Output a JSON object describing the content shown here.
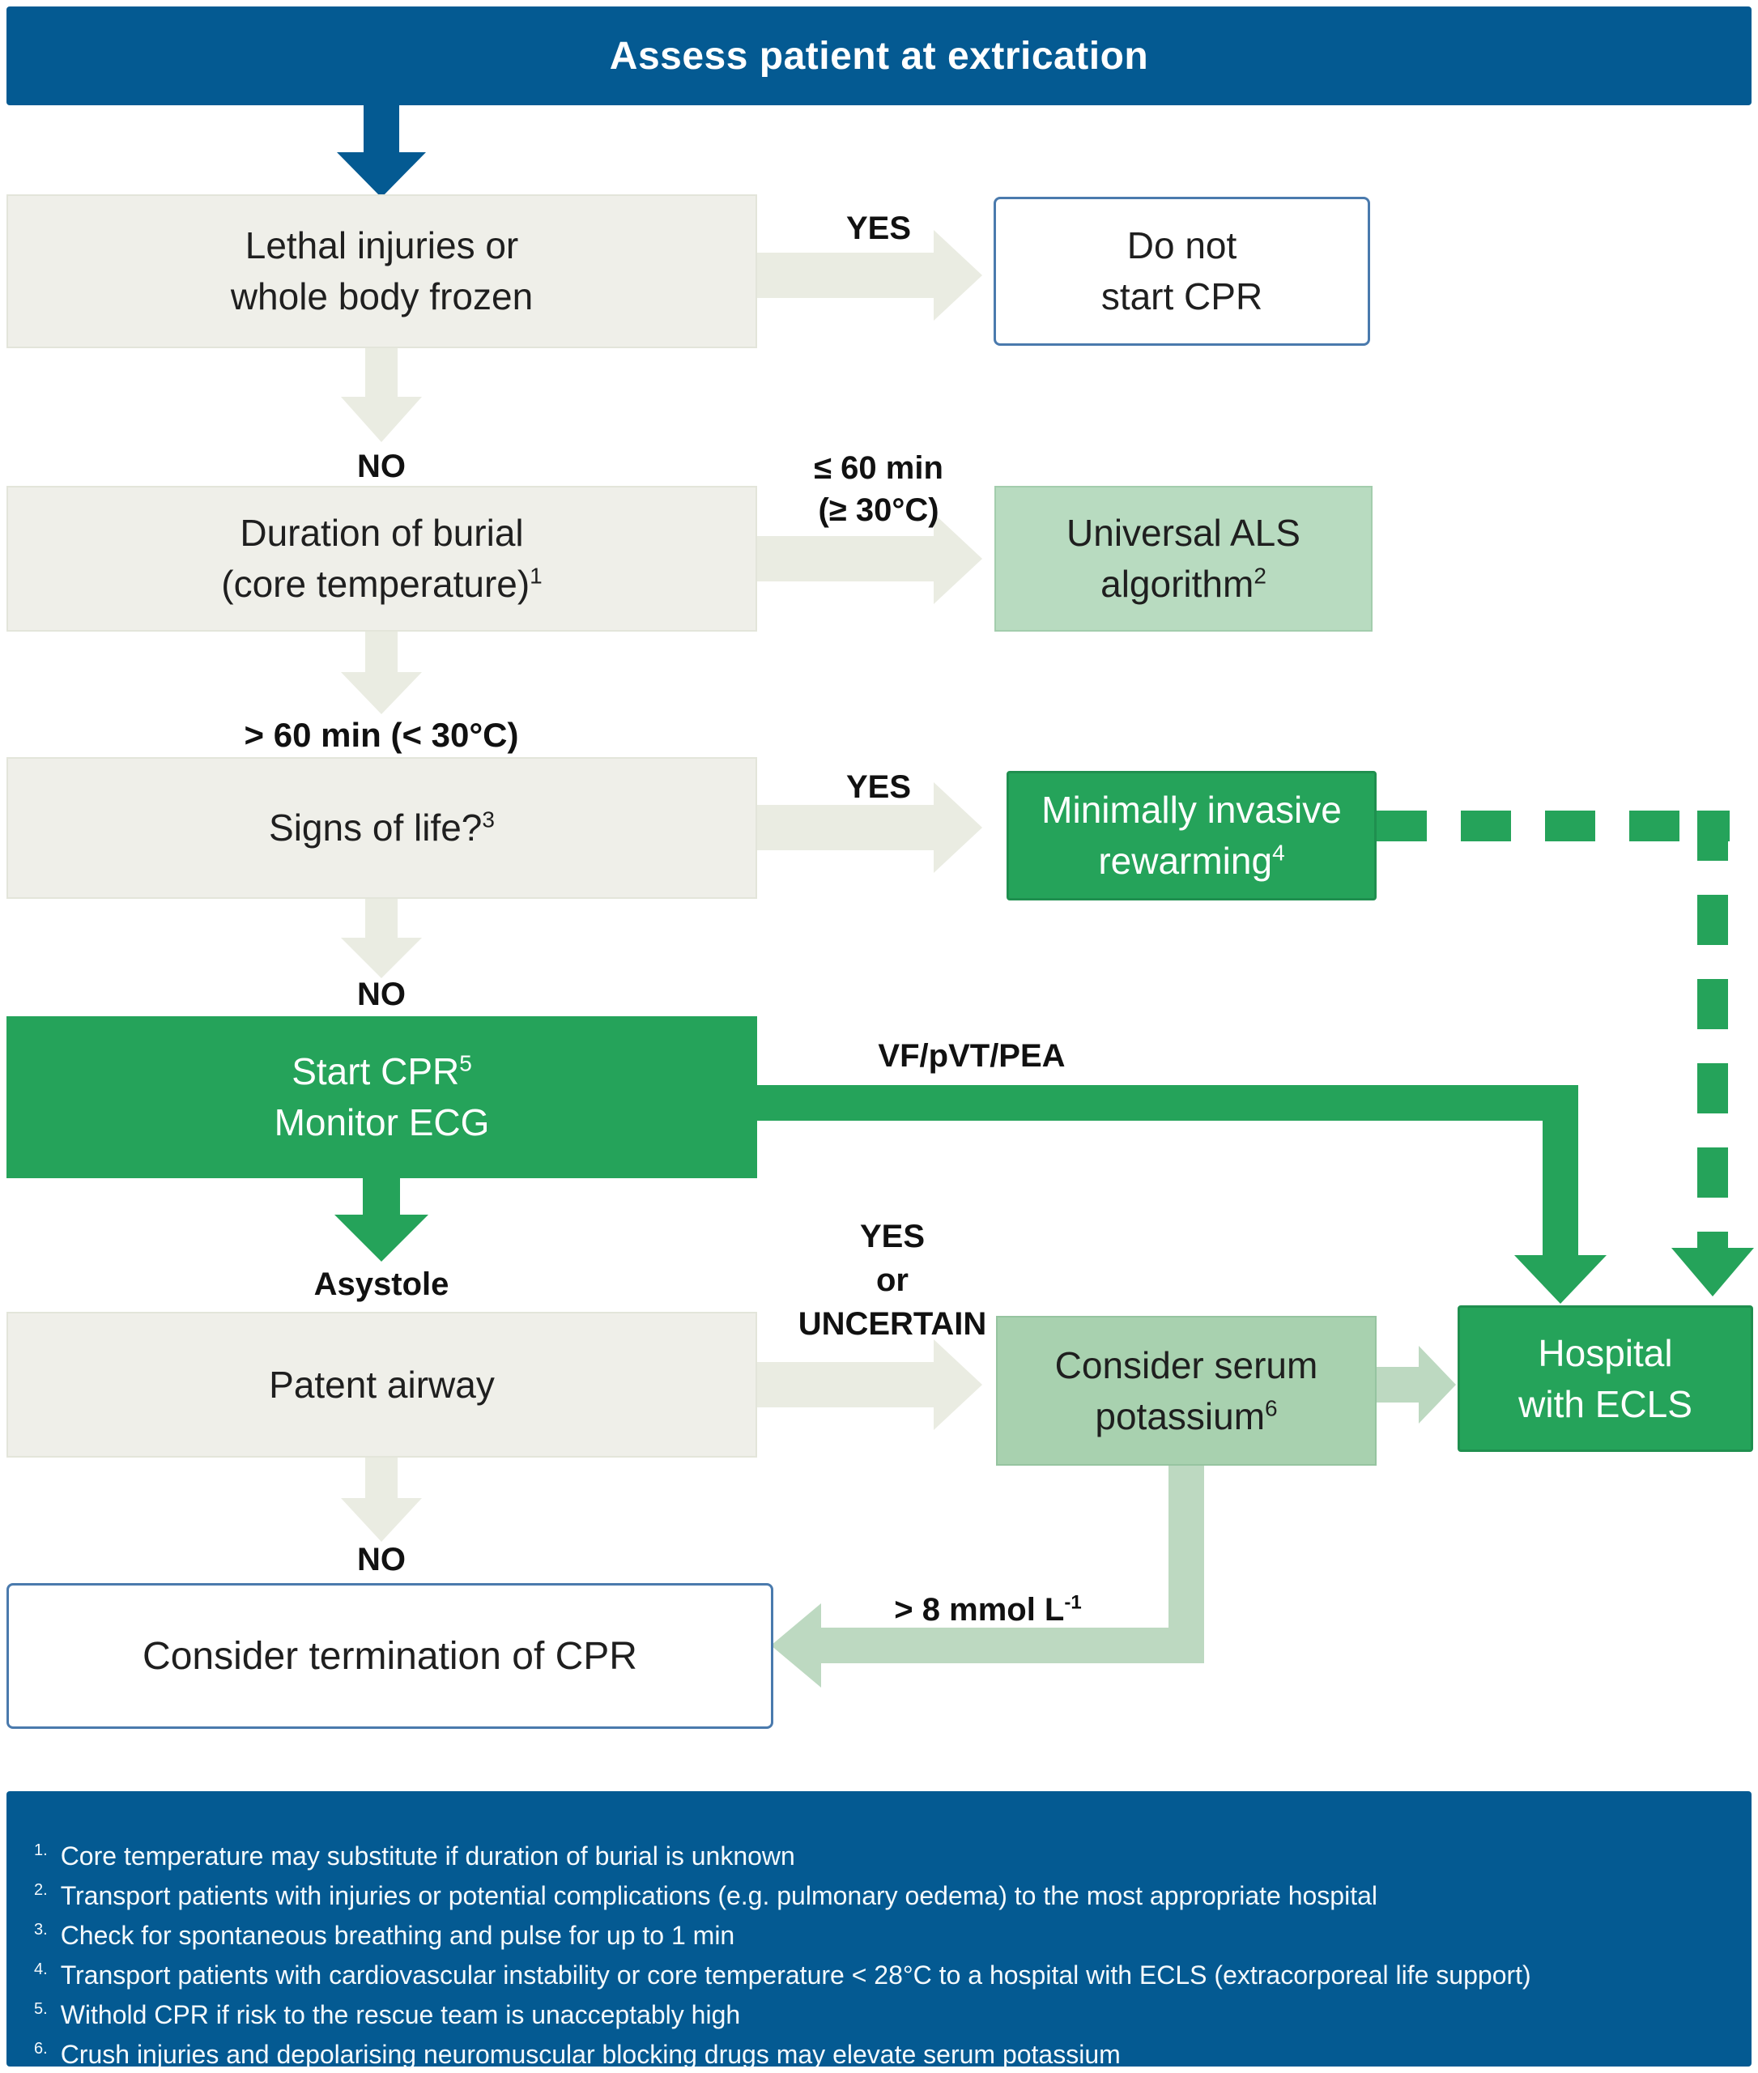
{
  "header": {
    "title": "Assess patient at extrication"
  },
  "boxes": {
    "lethal": {
      "line1": "Lethal injuries or",
      "line2": "whole body frozen"
    },
    "do_not_start_cpr": {
      "line1": "Do not",
      "line2": "start CPR"
    },
    "duration_of_burial": {
      "line1": "Duration of burial",
      "line2": "(core temperature)",
      "line2_sup": "1"
    },
    "universal_als": {
      "line1": "Universal ALS",
      "line2": "algorithm",
      "line2_sup": "2"
    },
    "signs_of_life": {
      "line1": "Signs of life?",
      "line1_sup": "3"
    },
    "minimally_invasive": {
      "line1": "Minimally invasive",
      "line2": "rewarming",
      "line2_sup": "4"
    },
    "start_cpr": {
      "line1": "Start CPR",
      "line1_sup": "5",
      "line2": "Monitor ECG"
    },
    "patent_airway": {
      "line1": "Patent airway"
    },
    "serum_potassium": {
      "line1": "Consider serum",
      "line2": "potassium",
      "line2_sup": "6"
    },
    "hospital_ecls": {
      "line1": "Hospital",
      "line2": "with ECLS"
    },
    "termination": {
      "line1": "Consider termination of CPR"
    }
  },
  "labels": {
    "yes_lethal": "YES",
    "no_lethal": "NO",
    "burial_le60": "≤ 60 min",
    "burial_ge30": "(≥ 30°C)",
    "burial_gt60": "> 60 min (< 30°C)",
    "yes_signs": "YES",
    "no_signs": "NO",
    "vf_pvt_pea": "VF/pVT/PEA",
    "asystole": "Asystole",
    "airway_yes": "YES",
    "airway_or": "or",
    "airway_uncertain": "UNCERTAIN",
    "no_airway": "NO",
    "potassium_gt": "> 8 mmol L",
    "potassium_gt_sup": "-1"
  },
  "footnotes": [
    {
      "n": "1.",
      "text": "Core temperature may substitute if duration of burial is unknown"
    },
    {
      "n": "2.",
      "text": "Transport patients with injuries or potential complications (e.g. pulmonary oedema) to the most appropriate hospital"
    },
    {
      "n": "3.",
      "text": "Check for spontaneous breathing and pulse for up to 1 min"
    },
    {
      "n": "4.",
      "text": "Transport patients with cardiovascular instability or core temperature < 28°C to a hospital with ECLS (extracorporeal life support)"
    },
    {
      "n": "5.",
      "text": "Withold CPR if risk to the rescue team is unacceptably high"
    },
    {
      "n": "6.",
      "text": "Crush injuries and depolarising neuromuscular blocking drugs may elevate serum potassium"
    }
  ],
  "colors": {
    "blue": "#045a92",
    "green": "#25a35a",
    "green_border": "#1f8f4f",
    "green_light": "#b8dbc0",
    "green_light_border": "#a3cdad",
    "green_pale": "#a8d1af",
    "green_pale_border": "#96c4a0",
    "arrow_pale": "#bdd9c1",
    "box_gray": "#efefe9",
    "box_gray_border": "#e3e5da",
    "arrow_gray": "#eaece2",
    "border_blue": "#4a7aad",
    "text_dark": "#1f1f1f"
  }
}
